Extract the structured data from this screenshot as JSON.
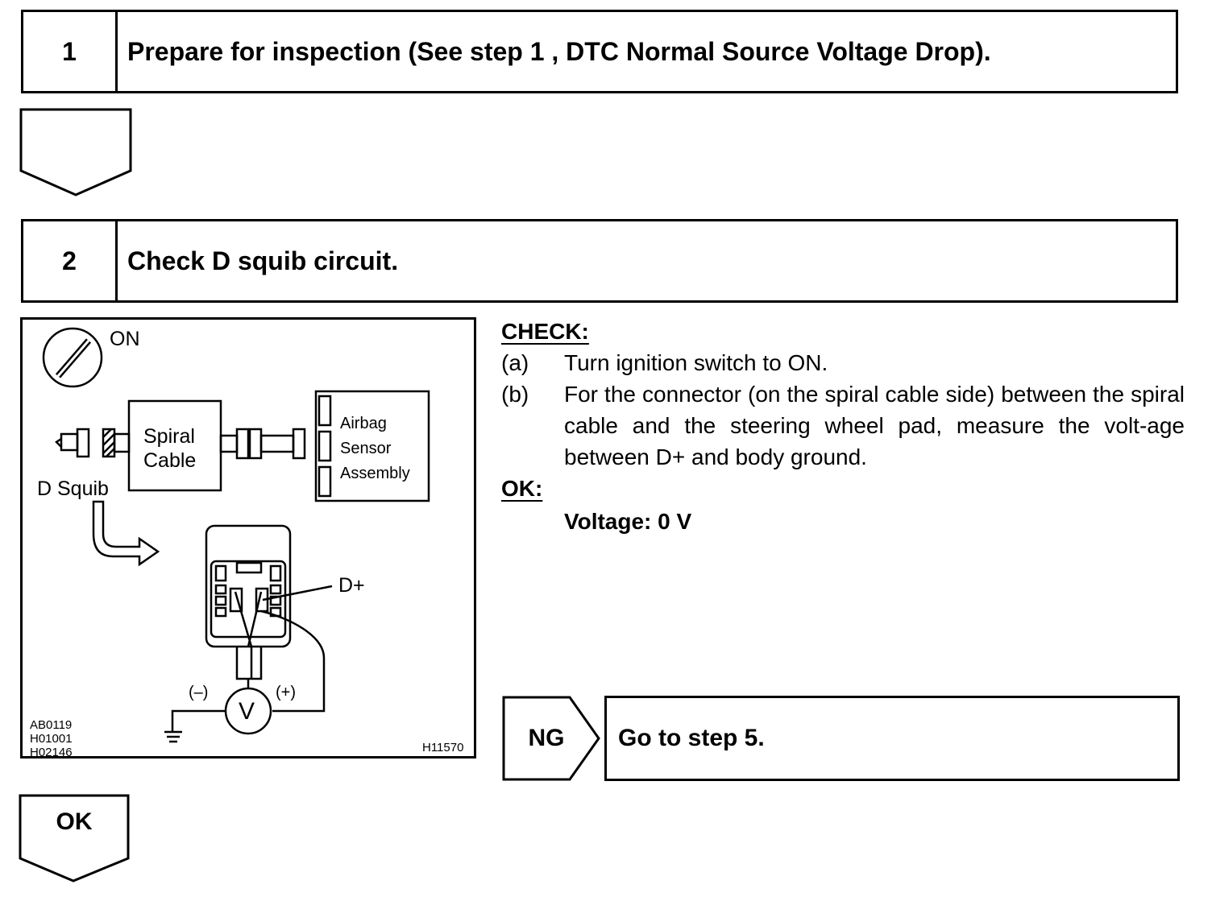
{
  "step1": {
    "number": "1",
    "title": "Prepare for inspection (See step 1 , DTC Normal Source Voltage Drop)."
  },
  "step2": {
    "number": "2",
    "title": "Check D squib circuit."
  },
  "figure": {
    "switch_label": "ON",
    "spiral_cable_line1": "Spiral",
    "spiral_cable_line2": "Cable",
    "airbag_line1": "Airbag",
    "airbag_line2": "Sensor",
    "airbag_line3": "Assembly",
    "d_squib": "D Squib",
    "terminal": "D+",
    "minus": "(–)",
    "plus": "(+)",
    "voltmeter": "V",
    "codes": [
      "AB0119",
      "H01001",
      "H02146"
    ],
    "figure_id": "H11570"
  },
  "check": {
    "heading": "CHECK:",
    "items": [
      {
        "label": "(a)",
        "text": "Turn ignition switch to ON."
      },
      {
        "label": "(b)",
        "text": "For the connector (on the spiral cable side) between the spiral cable and the steering wheel pad, measure the volt-age between D+ and body ground."
      }
    ],
    "ok_heading": "OK:",
    "ok_spec": "Voltage: 0 V"
  },
  "ng": {
    "label": "NG",
    "action": "Go to step 5."
  },
  "ok_arrow_label": "OK"
}
